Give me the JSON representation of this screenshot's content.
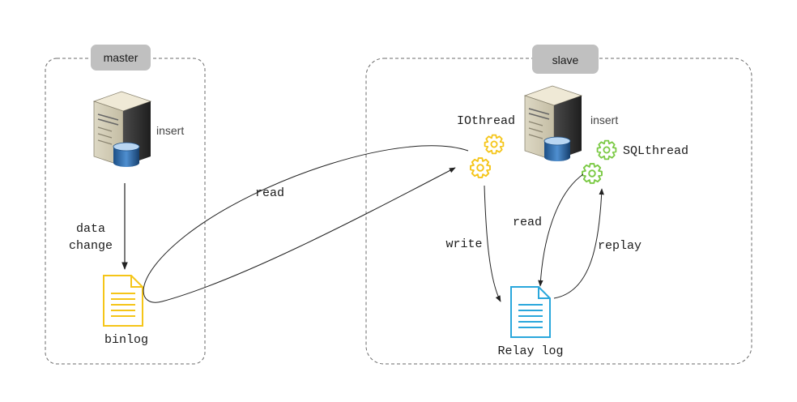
{
  "master": {
    "title": "master",
    "insert": "insert"
  },
  "slave": {
    "title": "slave",
    "insert": "insert"
  },
  "labels": {
    "data_change_1": "data",
    "data_change_2": "change",
    "binlog": "binlog",
    "read_master": "read",
    "io_thread": "IOthread",
    "sql_thread": "SQLthread",
    "write": "write",
    "read_slave": "read",
    "replay": "replay",
    "relay_log": "Relay log"
  },
  "colors": {
    "box_border": "#6b6b6b",
    "title_bg": "#c0c0c0",
    "binlog_icon": "#f5c518",
    "relay_icon": "#2aa7dc",
    "io_gears": "#f5c518",
    "sql_gears": "#7ac943",
    "arrow": "#222222"
  },
  "icons": {
    "master_server": "server-database-icon",
    "slave_server": "server-database-icon",
    "binlog": "document-icon",
    "relay_log": "document-icon",
    "io_thread": "gears-icon",
    "sql_thread": "gears-icon"
  }
}
